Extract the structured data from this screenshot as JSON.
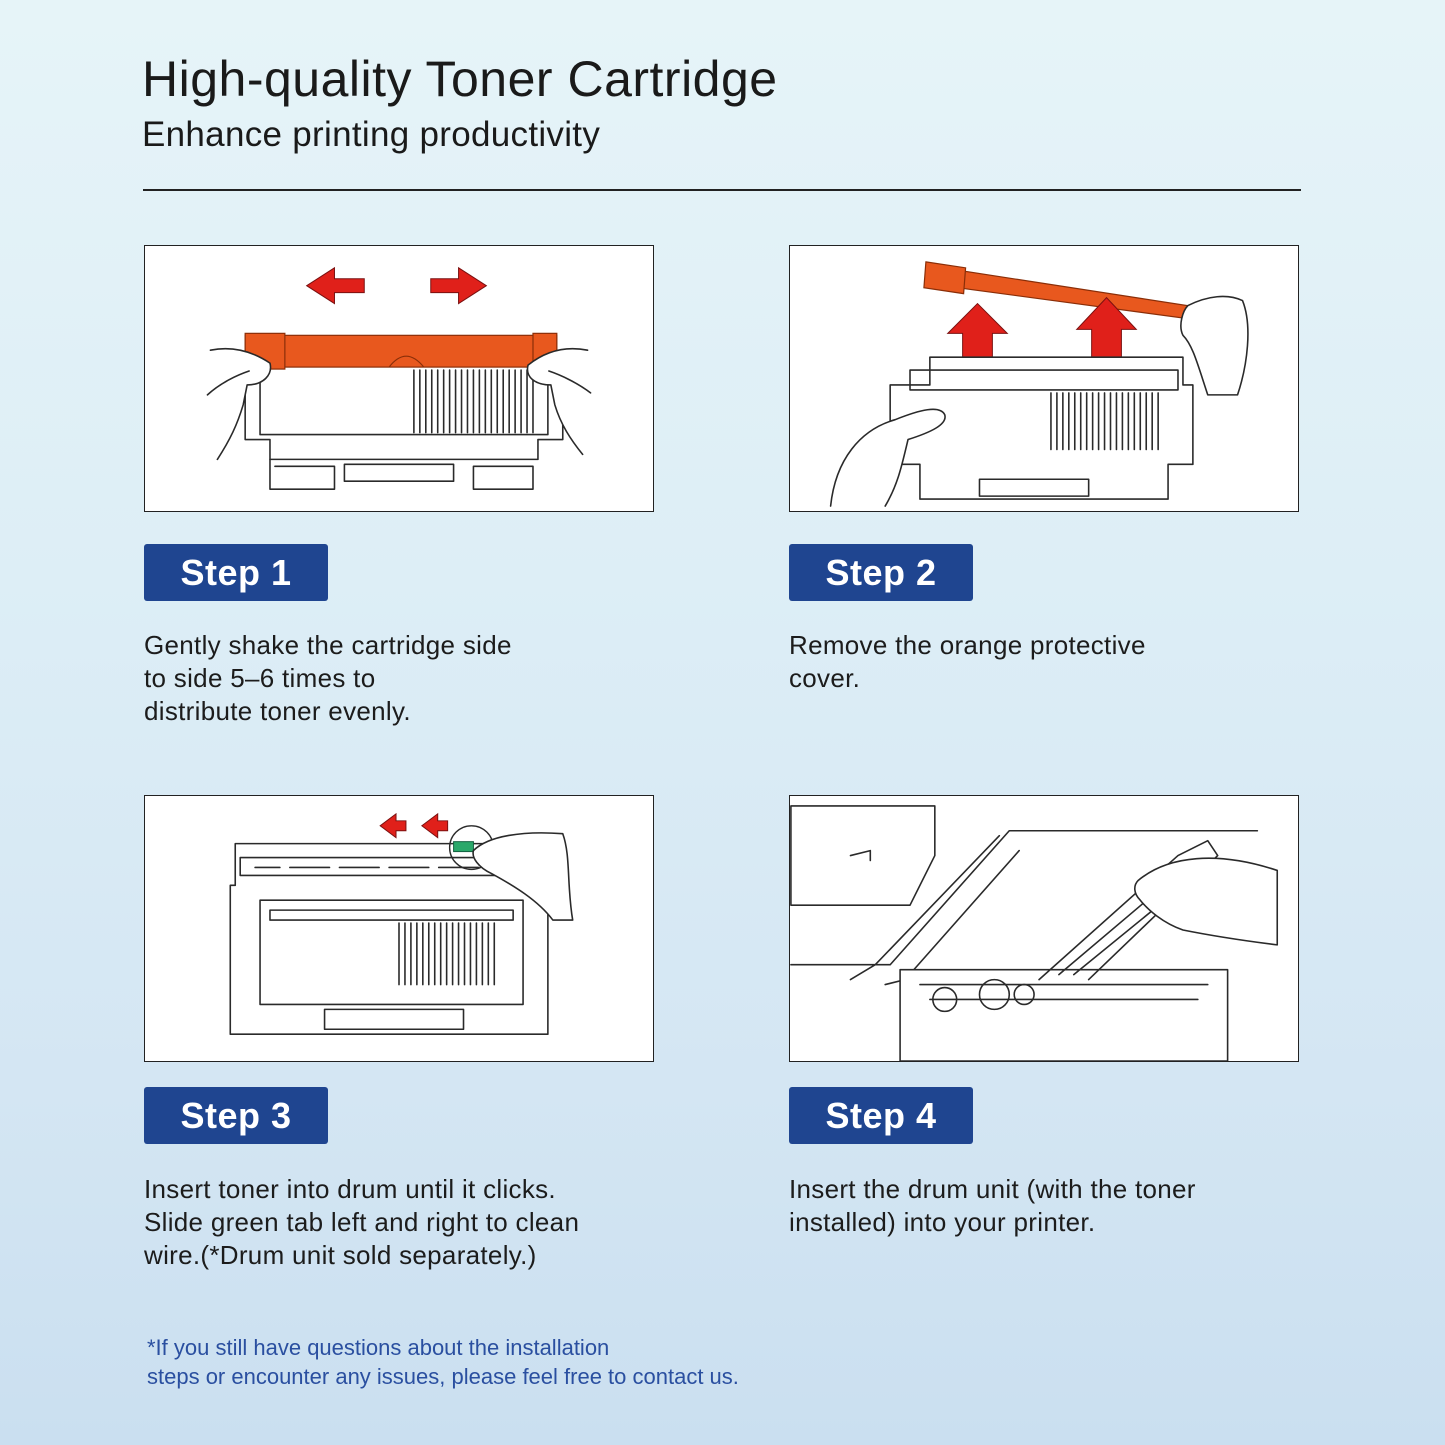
{
  "header": {
    "title": "High-quality Toner Cartridge",
    "subtitle": "Enhance printing productivity"
  },
  "steps": [
    {
      "label": "Step 1",
      "lines": [
        "Gently shake the cartridge side",
        "to side 5–6 times to",
        "distribute toner evenly."
      ]
    },
    {
      "label": "Step 2",
      "lines": [
        "Remove the orange protective",
        "cover."
      ]
    },
    {
      "label": "Step 3",
      "lines": [
        "Insert toner into drum until it clicks.",
        "Slide green tab left and right to clean",
        "wire.(*Drum unit sold separately.)"
      ]
    },
    {
      "label": "Step 4",
      "lines": [
        "Insert the drum unit (with the toner",
        "installed) into your printer."
      ]
    }
  ],
  "footer_note": {
    "lines": [
      "*If you still have questions about the installation",
      "steps or encounter any issues, please feel free to contact us."
    ]
  },
  "colors": {
    "badge": "#1f4590",
    "accent_orange": "#e8581e",
    "arrow_red": "#e0201a",
    "tab_green": "#2aa86a",
    "note_text": "#2a4fa0"
  },
  "icons": [
    "arrow-left-icon",
    "arrow-right-icon",
    "arrow-up-icon"
  ]
}
